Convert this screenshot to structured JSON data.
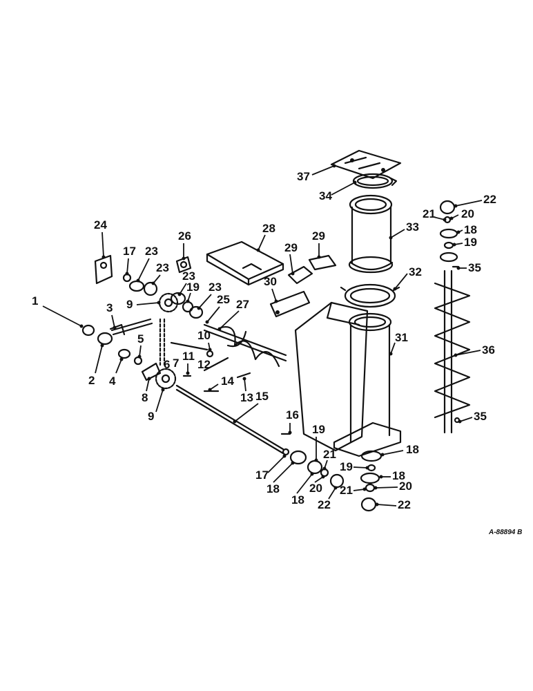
{
  "diagram": {
    "reference_code": "A-88894 B",
    "callouts": [
      {
        "id": "c1",
        "label": "1"
      },
      {
        "id": "c2",
        "label": "2"
      },
      {
        "id": "c3",
        "label": "3"
      },
      {
        "id": "c4",
        "label": "4"
      },
      {
        "id": "c5",
        "label": "5"
      },
      {
        "id": "c6",
        "label": "6"
      },
      {
        "id": "c7",
        "label": "7"
      },
      {
        "id": "c8",
        "label": "8"
      },
      {
        "id": "c9a",
        "label": "9"
      },
      {
        "id": "c9b",
        "label": "9"
      },
      {
        "id": "c10",
        "label": "10"
      },
      {
        "id": "c11",
        "label": "11"
      },
      {
        "id": "c12",
        "label": "12"
      },
      {
        "id": "c13",
        "label": "13"
      },
      {
        "id": "c14",
        "label": "14"
      },
      {
        "id": "c15",
        "label": "15"
      },
      {
        "id": "c16",
        "label": "16"
      },
      {
        "id": "c17a",
        "label": "17"
      },
      {
        "id": "c17b",
        "label": "17"
      },
      {
        "id": "c18a",
        "label": "18"
      },
      {
        "id": "c18b",
        "label": "18"
      },
      {
        "id": "c18c",
        "label": "18"
      },
      {
        "id": "c18d",
        "label": "18"
      },
      {
        "id": "c18e",
        "label": "18"
      },
      {
        "id": "c19a",
        "label": "19"
      },
      {
        "id": "c19b",
        "label": "19"
      },
      {
        "id": "c19c",
        "label": "19"
      },
      {
        "id": "c19d",
        "label": "19"
      },
      {
        "id": "c20a",
        "label": "20"
      },
      {
        "id": "c20b",
        "label": "20"
      },
      {
        "id": "c20c",
        "label": "20"
      },
      {
        "id": "c21a",
        "label": "21"
      },
      {
        "id": "c21b",
        "label": "21"
      },
      {
        "id": "c21c",
        "label": "21"
      },
      {
        "id": "c22a",
        "label": "22"
      },
      {
        "id": "c22b",
        "label": "22"
      },
      {
        "id": "c22c",
        "label": "22"
      },
      {
        "id": "c23a",
        "label": "23"
      },
      {
        "id": "c23b",
        "label": "23"
      },
      {
        "id": "c23c",
        "label": "23"
      },
      {
        "id": "c23d",
        "label": "23"
      },
      {
        "id": "c24",
        "label": "24"
      },
      {
        "id": "c25",
        "label": "25"
      },
      {
        "id": "c26",
        "label": "26"
      },
      {
        "id": "c27",
        "label": "27"
      },
      {
        "id": "c28",
        "label": "28"
      },
      {
        "id": "c29a",
        "label": "29"
      },
      {
        "id": "c29b",
        "label": "29"
      },
      {
        "id": "c30",
        "label": "30"
      },
      {
        "id": "c31",
        "label": "31"
      },
      {
        "id": "c32",
        "label": "32"
      },
      {
        "id": "c33",
        "label": "33"
      },
      {
        "id": "c34",
        "label": "34"
      },
      {
        "id": "c35a",
        "label": "35"
      },
      {
        "id": "c35b",
        "label": "35"
      },
      {
        "id": "c36",
        "label": "36"
      },
      {
        "id": "c37",
        "label": "37"
      }
    ]
  }
}
